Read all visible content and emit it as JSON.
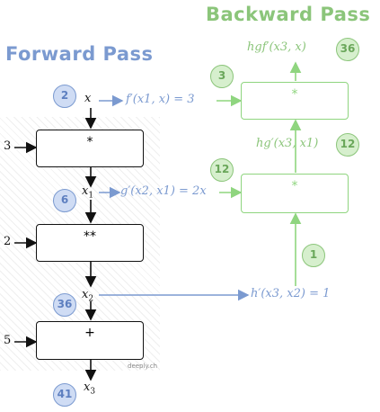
{
  "titles": {
    "forward": "Forward Pass",
    "backward": "Backward Pass"
  },
  "forward": {
    "inputs": {
      "mul": "3",
      "pow": "2",
      "add": "5"
    },
    "ops": {
      "mul": "*",
      "pow": "**",
      "add": "+"
    },
    "vars": {
      "x": "x",
      "x1": "x",
      "x1_sub": "1",
      "x2": "x",
      "x2_sub": "2",
      "x3": "x",
      "x3_sub": "3"
    },
    "badges": {
      "x": "2",
      "x1": "6",
      "x2": "36",
      "x3": "41"
    }
  },
  "backward": {
    "ops": {
      "top": "*",
      "mid": "*"
    },
    "labels": {
      "f_prime": "f′(x1, x) = 3",
      "g_prime": "g′(x2, x1) = 2x",
      "h_prime": "h′(x3, x2) = 1",
      "hg_prime": "hg′(x3, x1)",
      "hgf_prime": "hgf′(x3, x)"
    },
    "badges": {
      "h": "1",
      "hg": "12",
      "hg_in": "12",
      "hgf": "36",
      "f_in": "3"
    }
  },
  "watermark": "deeply.ch",
  "colors": {
    "forward_blue": "#7b9ad0",
    "backward_green": "#8bc57a",
    "black": "#111111"
  }
}
